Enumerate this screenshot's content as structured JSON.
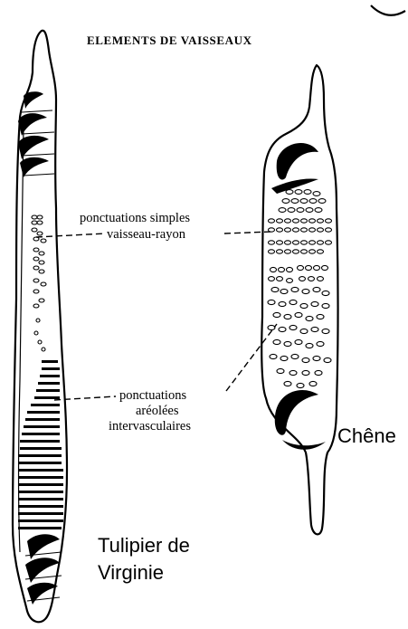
{
  "title": "ELEMENTS DE VAISSEAUX",
  "labels": {
    "simple_pits_line1": "ponctuations simples",
    "simple_pits_line2": "vaisseau-rayon",
    "bordered_pits_line1": "ponctuations",
    "bordered_pits_line2": "aréolées",
    "bordered_pits_line3": "intervasculaires"
  },
  "species": {
    "tulip_line1": "Tulipier de",
    "tulip_line2": "Virginie",
    "oak": "Chêne"
  },
  "icons": [
    "tulip-vessel-element-icon",
    "oak-vessel-element-icon"
  ]
}
